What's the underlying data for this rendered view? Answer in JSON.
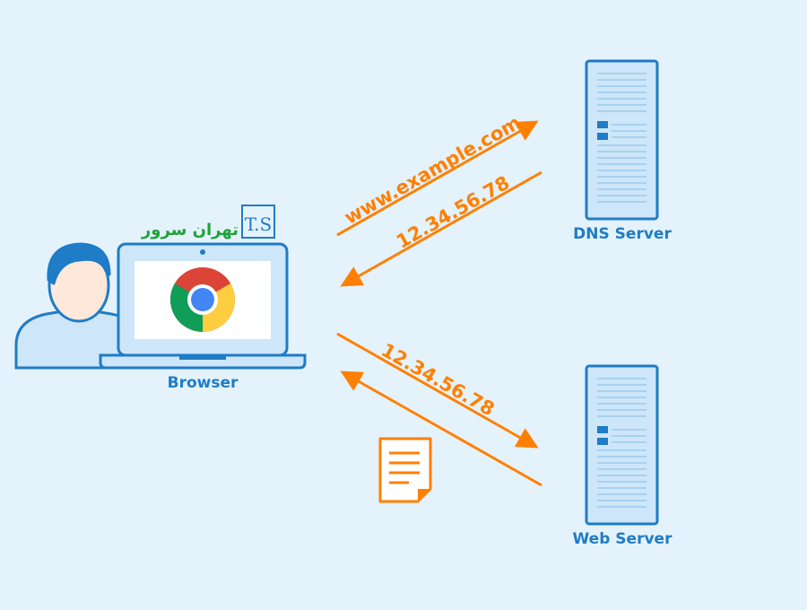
{
  "nodes": {
    "browser": {
      "label": "Browser"
    },
    "dns_server": {
      "label": "DNS Server"
    },
    "web_server": {
      "label": "Web Server"
    }
  },
  "messages": {
    "query_domain": "www.example.com",
    "dns_reply_ip": "12.34.56.78",
    "request_ip": "12.34.56.78"
  },
  "logo": {
    "text": "T.S",
    "script": "تهران سرور"
  },
  "colors": {
    "background": "#e4f2fc",
    "accent_blue": "#1f7cc6",
    "arrow_orange": "#ff8000",
    "panel_light": "#cde6f9"
  },
  "icons": {
    "user": "user-avatar-icon",
    "laptop": "laptop-icon",
    "browser": "chrome-icon",
    "server": "server-rack-icon",
    "document": "document-icon"
  }
}
